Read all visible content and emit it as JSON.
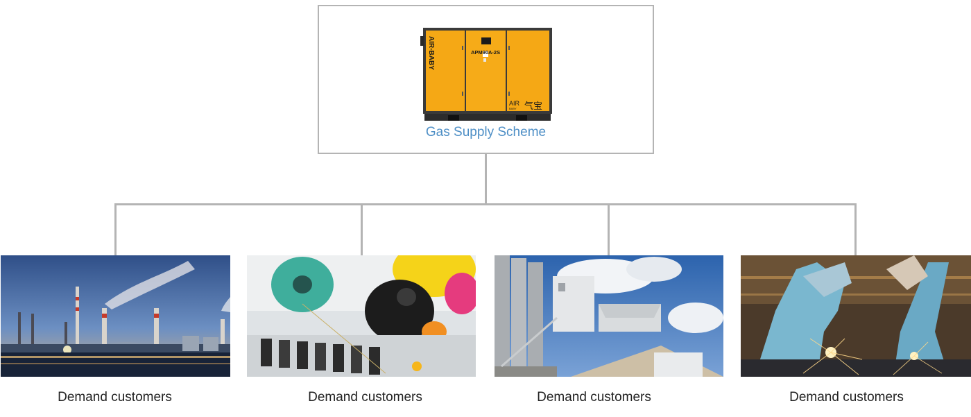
{
  "root": {
    "label": "Gas Supply Scheme",
    "machine": {
      "side_brand": "AIR-BABY",
      "model": "APM90A-2S",
      "logo_latin": "AIR",
      "logo_latin_small": "BABY",
      "logo_cjk": "气宝"
    }
  },
  "customers": [
    {
      "label": "Demand customers",
      "image": "power-plant-photo"
    },
    {
      "label": "Demand customers",
      "image": "textile-spools-photo"
    },
    {
      "label": "Demand customers",
      "image": "concrete-plant-photo"
    },
    {
      "label": "Demand customers",
      "image": "robotic-welding-photo"
    }
  ],
  "colors": {
    "connector": "#b4b4b4",
    "root_label": "#4e8fc6",
    "compressor_body": "#f5a815",
    "customer_label": "#222222"
  }
}
